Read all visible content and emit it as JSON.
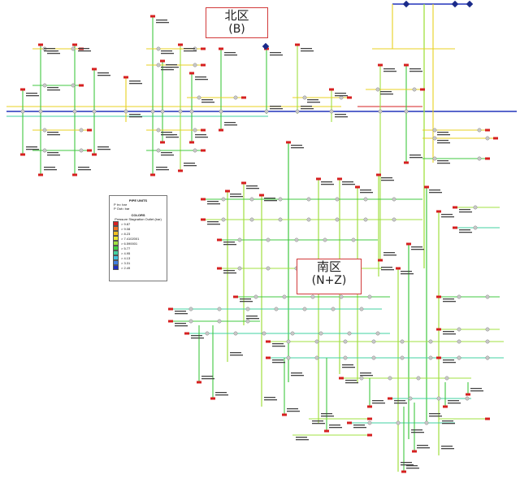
{
  "regions": {
    "north": {
      "name": "北区",
      "code": "(B)"
    },
    "south": {
      "name": "南区",
      "code": "(N+Z)"
    }
  },
  "legend": {
    "title": "PIPE UNITS",
    "units": [
      "P in= bar",
      "P Out= bar"
    ],
    "colors_title": "COLORS",
    "colors_desc": "Pressure Stagnation Outlet (bar)",
    "items": [
      {
        "label": "> 9.87",
        "color": "#d62020"
      },
      {
        "label": "> 9.08",
        "color": "#f07020"
      },
      {
        "label": "> 8.23",
        "color": "#f0c020"
      },
      {
        "label": "> 7.4102001",
        "color": "#e8e830"
      },
      {
        "label": "> 6.590001",
        "color": "#a0e040"
      },
      {
        "label": "> 5.77",
        "color": "#40d040"
      },
      {
        "label": "> 4.95",
        "color": "#40d0a0"
      },
      {
        "label": "> 4.13",
        "color": "#40c0e0"
      },
      {
        "label": "> 3.31",
        "color": "#4080e0"
      },
      {
        "label": "> 2.49",
        "color": "#2030c0"
      }
    ]
  },
  "colors": {
    "main_blue": "#2233bb",
    "red": "#d62020",
    "orange": "#f07020",
    "yellow": "#e8d020",
    "lime": "#a0e040",
    "green": "#40c840",
    "teal": "#40d0a0",
    "cyan": "#40c0e0",
    "node": "#c8c8c8",
    "valve": "#1a2a8a"
  }
}
